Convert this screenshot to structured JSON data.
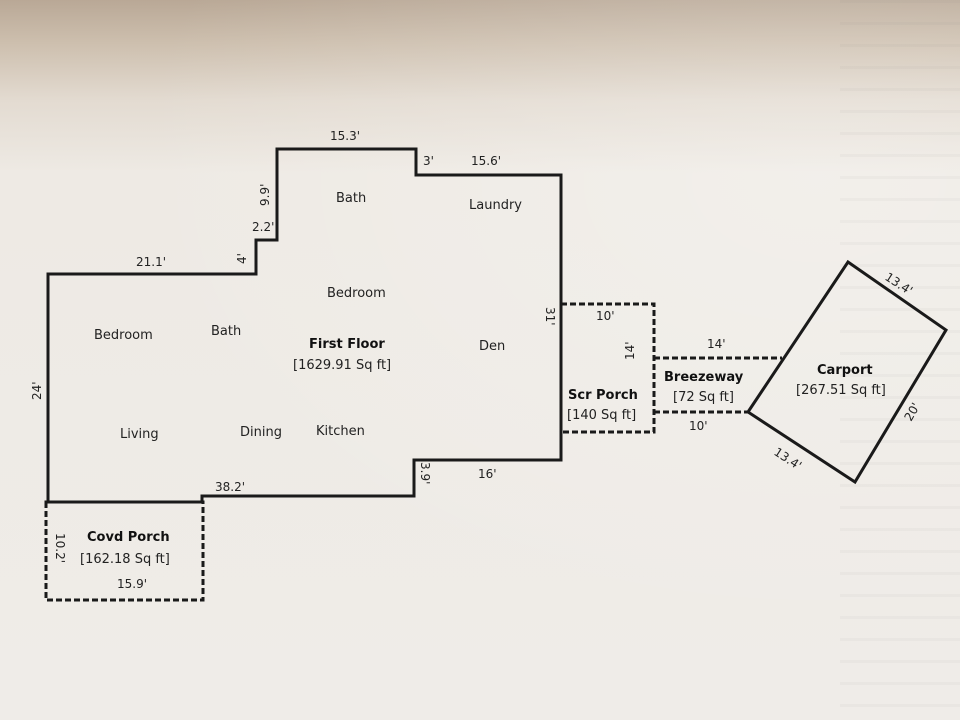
{
  "floors": {
    "first_floor": {
      "title": "First Floor",
      "area": "[1629.91 Sq ft]",
      "rooms": {
        "bath_upper": "Bath",
        "laundry": "Laundry",
        "bedroom_center": "Bedroom",
        "bedroom_left": "Bedroom",
        "bath_left": "Bath",
        "den": "Den",
        "living": "Living",
        "dining": "Dining",
        "kitchen": "Kitchen"
      },
      "dims": {
        "top": "15.3'",
        "step_top": "3'",
        "top_right": "15.6'",
        "left_upper_vert": "9.9'",
        "step_small": "2.2'",
        "step_4": "4'",
        "top_left": "21.1'",
        "right_side": "31'",
        "left_side": "24'",
        "bottom_left": "38.2'",
        "step_bottom": "3.9'",
        "bottom_right": "16'"
      }
    },
    "covd_porch": {
      "title": "Covd Porch",
      "area": "[162.18 Sq ft]",
      "dims": {
        "side": "10.2'",
        "bottom": "15.9'"
      }
    },
    "scr_porch": {
      "title": "Scr Porch",
      "area": "[140 Sq ft]",
      "dims": {
        "top": "10'"
      }
    },
    "breezeway": {
      "title": "Breezeway",
      "area": "[72 Sq ft]",
      "dims": {
        "top": "14'",
        "side": "14'",
        "bottom": "10'"
      }
    },
    "carport": {
      "title": "Carport",
      "area": "[267.51 Sq ft]",
      "dims": {
        "top": "13.4'",
        "right": "20'",
        "bottom": "13.4'"
      }
    }
  },
  "colors": {
    "line": "#1a1a1a",
    "text": "#222222"
  }
}
